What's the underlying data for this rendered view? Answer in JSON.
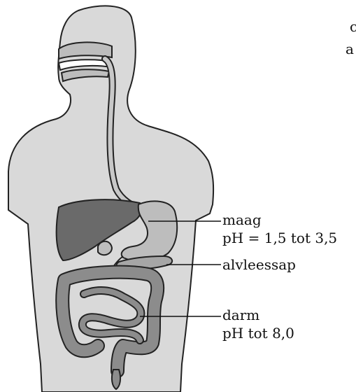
{
  "corner_text": [
    "c",
    "a"
  ],
  "labels": {
    "maag": {
      "name": "maag",
      "ph": "pH = 1,5 tot 3,5"
    },
    "alvleessap": {
      "name": "alvleessap"
    },
    "darm": {
      "name": "darm",
      "ph": "pH tot 8,0"
    }
  },
  "colors": {
    "body": "#d9d9d9",
    "outline": "#222222",
    "liver": "#6a6a6a",
    "stomach": "#bdbdbd",
    "pancreas": "#a6a6a6",
    "intestine": "#8c8c8c",
    "esophagus": "#c8c8c8"
  }
}
